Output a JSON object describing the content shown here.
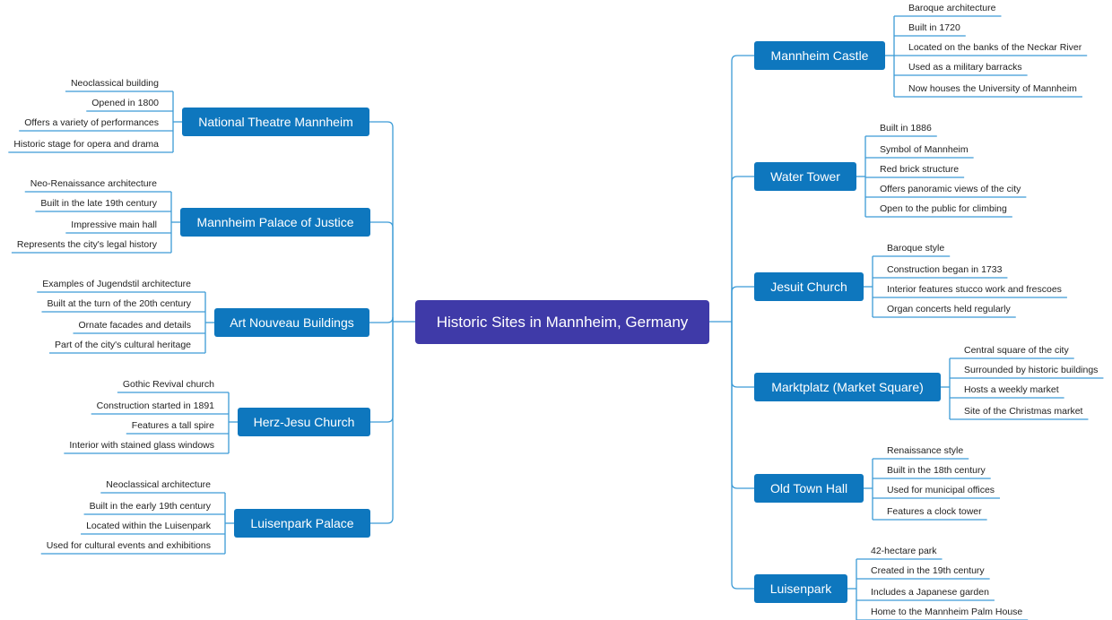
{
  "colors": {
    "root": "#3f3aa8",
    "branch": "#0e77be",
    "line": "#3c9bd6"
  },
  "root": "Historic Sites in Mannheim, Germany",
  "left": [
    {
      "title": "National Theatre Mannheim",
      "items": [
        "Neoclassical building",
        "Opened in 1800",
        "Offers a variety of performances",
        "Historic stage for opera and drama"
      ]
    },
    {
      "title": "Mannheim Palace of Justice",
      "items": [
        "Neo-Renaissance architecture",
        "Built in the late 19th century",
        "Impressive main hall",
        "Represents the city's legal history"
      ]
    },
    {
      "title": "Art Nouveau Buildings",
      "items": [
        "Examples of Jugendstil architecture",
        "Built at the turn of the 20th century",
        "Ornate facades and details",
        "Part of the city's cultural heritage"
      ]
    },
    {
      "title": "Herz-Jesu Church",
      "items": [
        "Gothic Revival church",
        "Construction started in 1891",
        "Features a tall spire",
        "Interior with stained glass windows"
      ]
    },
    {
      "title": "Luisenpark Palace",
      "items": [
        "Neoclassical architecture",
        "Built in the early 19th century",
        "Located within the Luisenpark",
        "Used for cultural events and exhibitions"
      ]
    }
  ],
  "right": [
    {
      "title": "Mannheim Castle",
      "items": [
        "Baroque architecture",
        "Built in 1720",
        "Located on the banks of the Neckar River",
        "Used as a military barracks",
        "Now houses the University of Mannheim"
      ]
    },
    {
      "title": "Water Tower",
      "items": [
        "Built in 1886",
        "Symbol of Mannheim",
        "Red brick structure",
        "Offers panoramic views of the city",
        "Open to the public for climbing"
      ]
    },
    {
      "title": "Jesuit Church",
      "items": [
        "Baroque style",
        "Construction began in 1733",
        "Interior features stucco work and frescoes",
        "Organ concerts held regularly"
      ]
    },
    {
      "title": "Marktplatz (Market Square)",
      "items": [
        "Central square of the city",
        "Surrounded by historic buildings",
        "Hosts a weekly market",
        "Site of the Christmas market"
      ]
    },
    {
      "title": "Old Town Hall",
      "items": [
        "Renaissance style",
        "Built in the 18th century",
        "Used for municipal offices",
        "Features a clock tower"
      ]
    },
    {
      "title": "Luisenpark",
      "items": [
        "42-hectare park",
        "Created in the 19th century",
        "Includes a Japanese garden",
        "Home to the Mannheim Palm House"
      ]
    }
  ]
}
